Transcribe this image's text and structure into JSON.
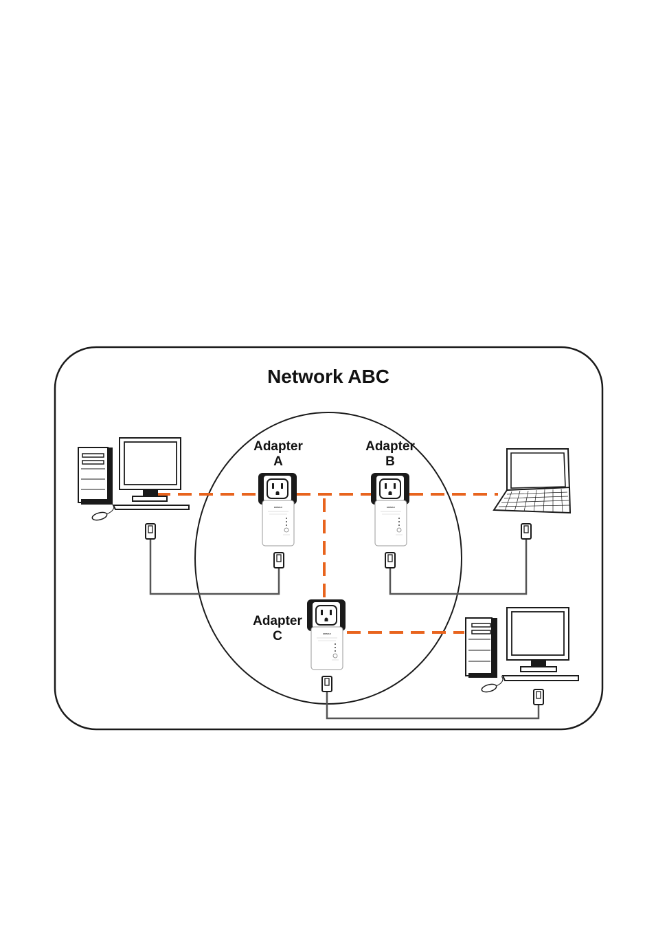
{
  "title": "Network ABC",
  "adapters": [
    {
      "line1": "Adapter",
      "line2": "A",
      "brand": "EDIMAX"
    },
    {
      "line1": "Adapter",
      "line2": "B",
      "brand": "EDIMAX"
    },
    {
      "line1": "Adapter",
      "line2": "C",
      "brand": "EDIMAX"
    }
  ],
  "colors": {
    "powerline_link": "#e8641e",
    "ethernet_cable": "#555555",
    "outline": "#1a1a1a"
  },
  "devices": [
    {
      "type": "desktop-computer",
      "icon": "desktop-computer-icon"
    },
    {
      "type": "laptop",
      "icon": "laptop-icon"
    },
    {
      "type": "desktop-computer",
      "icon": "desktop-computer-icon"
    }
  ]
}
